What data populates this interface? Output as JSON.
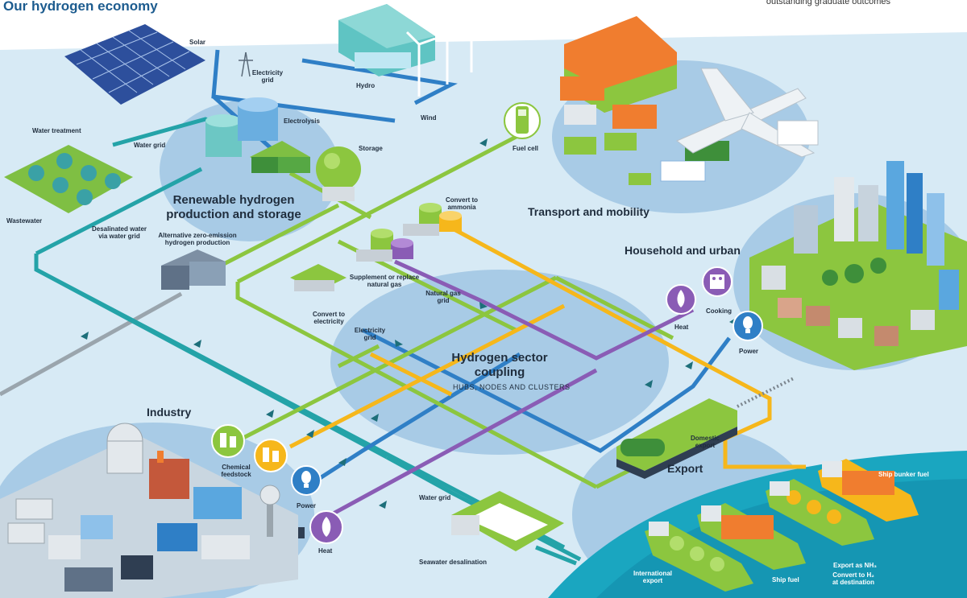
{
  "header": {
    "title": "Our hydrogen economy",
    "corner_text": "outstanding graduate outcomes"
  },
  "sections": {
    "renewable": "Renewable hydrogen production and storage",
    "transport": "Transport and mobility",
    "household": "Household and urban",
    "coupling": "Hydrogen sector coupling",
    "coupling_sub": "HUBS, NODES AND CLUSTERS",
    "industry": "Industry",
    "export": "Export"
  },
  "labels": {
    "solar": "Solar",
    "electricity_grid_top": "Electricity grid",
    "hydro": "Hydro",
    "wind": "Wind",
    "electrolysis": "Electrolysis",
    "storage": "Storage",
    "water_treatment": "Water treatment",
    "water_grid_top": "Water grid",
    "wastewater": "Wastewater",
    "desalinated": "Desalinated water via water grid",
    "alternative": "Alternative zero-emission hydrogen production",
    "fuel_cell": "Fuel cell",
    "convert_ammonia": "Convert to ammonia",
    "supplement": "Supplement or replace natural gas",
    "natural_gas_grid": "Natural gas grid",
    "convert_electricity": "Convert to electricity",
    "electricity_grid_mid": "Electricity grid",
    "heat_urban": "Heat",
    "cooking": "Cooking",
    "power_urban": "Power",
    "chemical_feedstock": "Chemical feedstock",
    "power_industry": "Power",
    "heat_industry": "Heat",
    "water_grid_bottom": "Water grid",
    "seawater": "Seawater desalination",
    "domestic_export": "Domestic export",
    "ship_bunker": "Ship bunker fuel",
    "international_export": "International export",
    "ship_fuel": "Ship fuel",
    "export_nh3": "Export as NH₃",
    "convert_h2": "Convert to H₂ at destination"
  },
  "colors": {
    "background": "#d4e8f4",
    "pipe_water": "#24a3a8",
    "pipe_electric": "#2f7fc6",
    "pipe_hydrogen": "#8cc63f",
    "pipe_ammonia": "#f6b71b",
    "pipe_gas": "#8a5cb5",
    "sea": "#1aa6c0",
    "title": "#1d5c8f"
  }
}
